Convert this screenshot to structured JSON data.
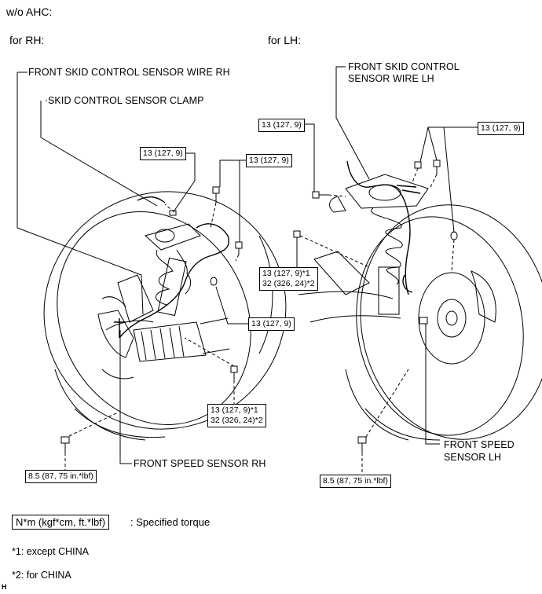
{
  "header": {
    "variant": "w/o AHC:",
    "rh_title": "for RH:",
    "lh_title": "for LH:"
  },
  "rh": {
    "wire_label": "FRONT SKID CONTROL SENSOR WIRE RH",
    "clamp_label": "SKID CONTROL SENSOR CLAMP",
    "sensor_label": "FRONT SPEED SENSOR RH",
    "torque": {
      "clamp_bolt": "13 (127, 9)",
      "bracket_bolt": "13 (127, 9)",
      "nut": "13 (127, 9)",
      "lower_line1": "13 (127, 9)*1",
      "lower_line2": "32 (326, 24)*2",
      "sensor_bolt": "8.5 (87, 75 in.*lbf)"
    }
  },
  "lh": {
    "wire_label_line1": "FRONT SKID CONTROL",
    "wire_label_line2": "SENSOR WIRE LH",
    "sensor_label_line1": "FRONT SPEED",
    "sensor_label_line2": "SENSOR LH",
    "torque": {
      "left_bolt": "13 (127, 9)",
      "top_bolts": "13 (127, 9)",
      "mid_line1": "13 (127, 9)*1",
      "mid_line2": "32 (326, 24)*2",
      "sensor_bolt": "8.5 (87, 75 in.*lbf)"
    }
  },
  "legend": {
    "unit_box": "N*m (kgf*cm, ft.*lbf)",
    "unit_desc": ": Specified torque",
    "note1": "*1: except CHINA",
    "note2": "*2: for CHINA"
  },
  "footer": {
    "code": "H"
  }
}
